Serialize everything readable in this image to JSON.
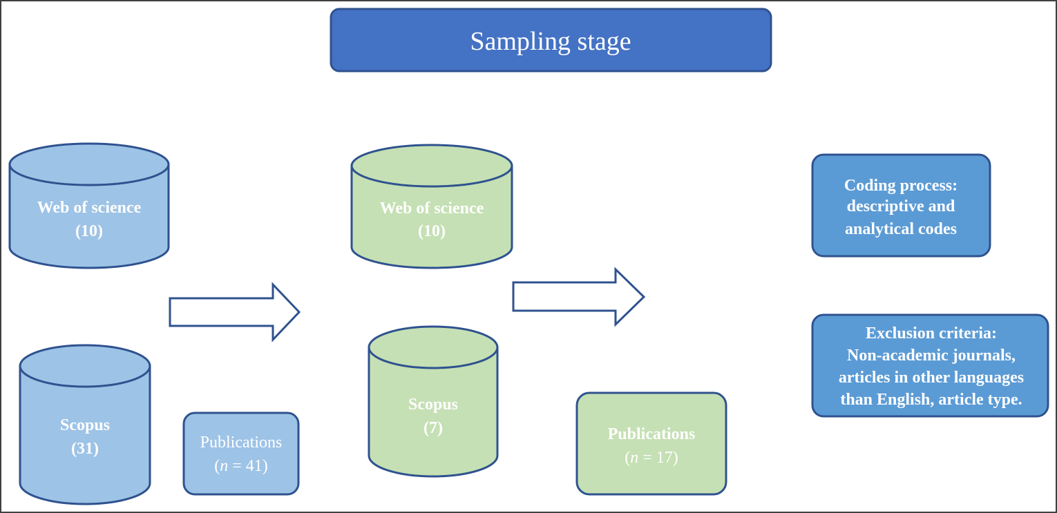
{
  "title": "Sampling stage",
  "colors": {
    "title_fill": "#4472c4",
    "title_stroke": "#2f528f",
    "blue_fill": "#9dc3e6",
    "green_fill": "#c5e0b4",
    "shape_stroke": "#2f528f",
    "box_fill": "#5b9bd5",
    "arrow_fill": "#ffffff"
  },
  "initial": {
    "wos": {
      "label": "Web of science",
      "count": "(10)"
    },
    "scopus": {
      "label": "Scopus",
      "count": "(31)"
    },
    "publications": {
      "label": "Publications",
      "n_prefix": "(",
      "n_var": "n",
      "n_rest": " = 41)"
    }
  },
  "filtered": {
    "wos": {
      "label": "Web of science",
      "count": "(10)"
    },
    "scopus": {
      "label": "Scopus",
      "count": "(7)"
    },
    "publications": {
      "label": "Publications",
      "n_prefix": "(",
      "n_var": "n",
      "n_rest": " = 17)"
    }
  },
  "coding_box": {
    "lines": [
      "Coding process:",
      "descriptive and",
      "analytical codes"
    ]
  },
  "exclusion_box": {
    "lines": [
      "Exclusion criteria:",
      "Non-academic journals,",
      "articles in other languages",
      "than English, article type."
    ]
  },
  "arrows": [
    "arrow-right-icon",
    "arrow-right-icon"
  ]
}
